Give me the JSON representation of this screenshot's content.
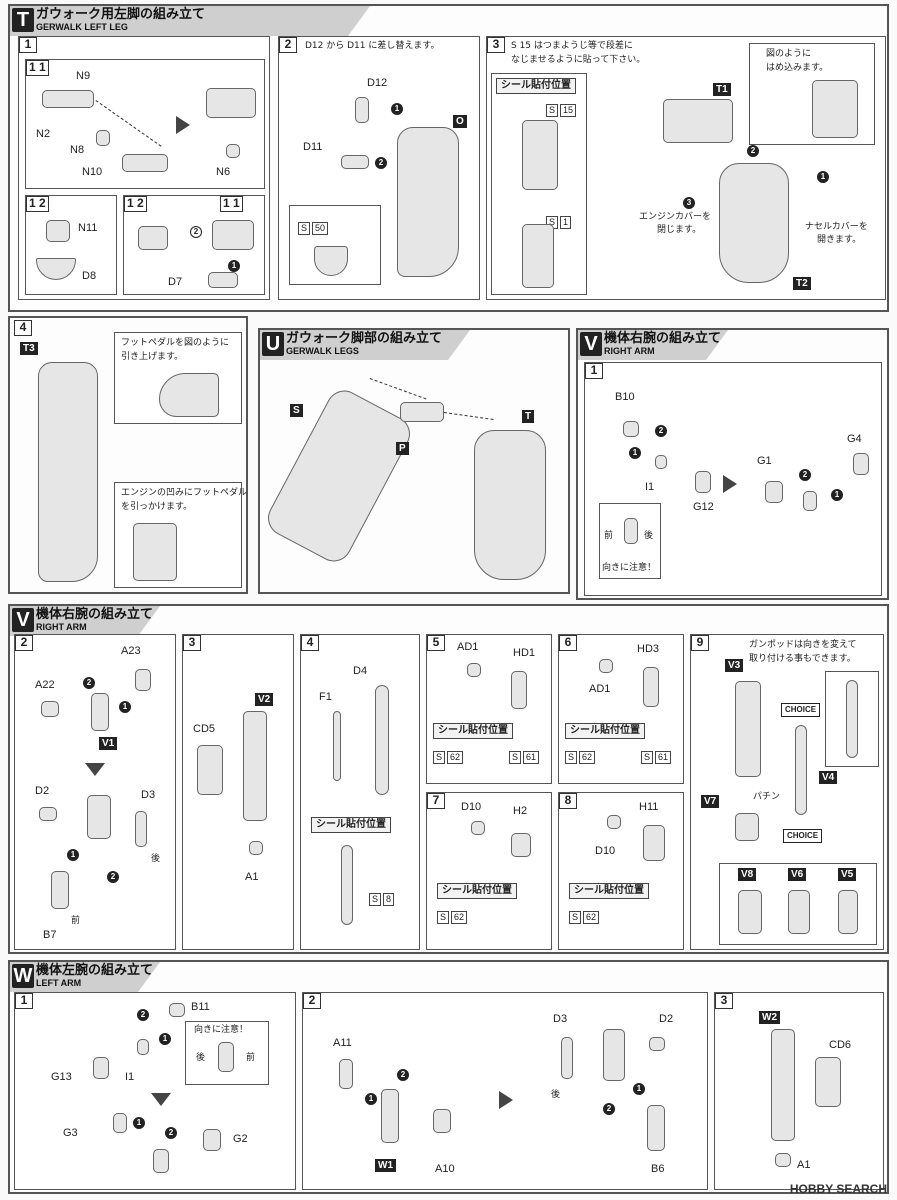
{
  "sections": {
    "t": {
      "letter": "T",
      "title_jp": "ガウォーク用左脚の組み立て",
      "title_en": "GERWALK LEFT LEG"
    },
    "u": {
      "letter": "U",
      "title_jp": "ガウォーク脚部の組み立て",
      "title_en": "GERWALK LEGS"
    },
    "v_top": {
      "letter": "V",
      "title_jp": "機体右腕の組み立て",
      "title_en": "RIGHT ARM"
    },
    "v": {
      "letter": "V",
      "title_jp": "機体右腕の組み立て",
      "title_en": "RIGHT ARM"
    },
    "w": {
      "letter": "W",
      "title_jp": "機体左腕の組み立て",
      "title_en": "LEFT ARM"
    }
  },
  "t_steps": {
    "s1": {
      "num": "1",
      "sub_11": "1 1",
      "sub_12a": "1 2",
      "sub_12b": "1 2",
      "sub_11b": "1 1",
      "labels": [
        "N9",
        "N2",
        "N8",
        "N10",
        "N6",
        "N11",
        "D8",
        "D7"
      ]
    },
    "s2": {
      "num": "2",
      "note": "D12 から D11 に差し替えます。",
      "labels": [
        "D12",
        "D11",
        "O"
      ],
      "seal": "50"
    },
    "s3": {
      "num": "3",
      "note1": "S 15 はつまようじ等で段差に",
      "note2": "なじませるように貼って下さい。",
      "seal_title": "シール貼付位置",
      "seals": [
        "15",
        "1"
      ],
      "callout1": "図のように",
      "callout2": "はめ込みます。",
      "engine1": "エンジンカバーを",
      "engine2": "閉じます。",
      "nacelle1": "ナセルカバーを",
      "nacelle2": "開きます。",
      "tags": [
        "T1",
        "T2"
      ]
    },
    "s4": {
      "num": "4",
      "tag": "T3",
      "pedal1": "フットペダルを図のように",
      "pedal2": "引き上げます。",
      "hole1": "エンジンの凹みにフットペダル",
      "hole2": "を引っかけます。"
    }
  },
  "u_labels": [
    "S",
    "P",
    "T"
  ],
  "v_top_step": {
    "num": "1",
    "labels": [
      "B10",
      "I1",
      "G12",
      "G1",
      "G4"
    ],
    "front": "前",
    "back": "後",
    "caution": "向きに注意！"
  },
  "v_steps": {
    "s2": {
      "num": "2",
      "labels": [
        "A22",
        "A23",
        "V1",
        "D2",
        "D3",
        "B7"
      ],
      "front": "前",
      "back": "後"
    },
    "s3": {
      "num": "3",
      "labels": [
        "CD5",
        "V2",
        "A1"
      ]
    },
    "s4": {
      "num": "4",
      "labels": [
        "D4",
        "F1"
      ],
      "seal_title": "シール貼付位置",
      "seal": "8"
    },
    "s5": {
      "num": "5",
      "labels": [
        "AD1",
        "HD1"
      ],
      "seal_title": "シール貼付位置",
      "seals": [
        "62",
        "61"
      ]
    },
    "s6": {
      "num": "6",
      "labels": [
        "HD3",
        "AD1"
      ],
      "seal_title": "シール貼付位置",
      "seals": [
        "62",
        "61"
      ]
    },
    "s7": {
      "num": "7",
      "labels": [
        "D10",
        "H2"
      ],
      "seal_title": "シール貼付位置",
      "seal": "62"
    },
    "s8": {
      "num": "8",
      "labels": [
        "H11",
        "D10"
      ],
      "seal_title": "シール貼付位置",
      "seal": "62"
    },
    "s9": {
      "num": "9",
      "note1": "ガンポッドは向きを変えて",
      "note2": "取り付ける事もできます。",
      "choice": "CHOICE",
      "tags": [
        "V3",
        "V4",
        "V7",
        "V8",
        "V6",
        "V5"
      ],
      "snap": "パチン"
    }
  },
  "w_steps": {
    "s1": {
      "num": "1",
      "labels": [
        "B11",
        "G13",
        "I1",
        "G3",
        "G2"
      ],
      "caution": "向きに注意！",
      "back": "後",
      "front": "前"
    },
    "s2": {
      "num": "2",
      "labels": [
        "A11",
        "W1",
        "A10",
        "D3",
        "D2",
        "B6"
      ],
      "back": "後"
    },
    "s3": {
      "num": "3",
      "labels": [
        "W2",
        "CD6",
        "A1"
      ]
    }
  },
  "watermark": "HOBBY SEARCH"
}
